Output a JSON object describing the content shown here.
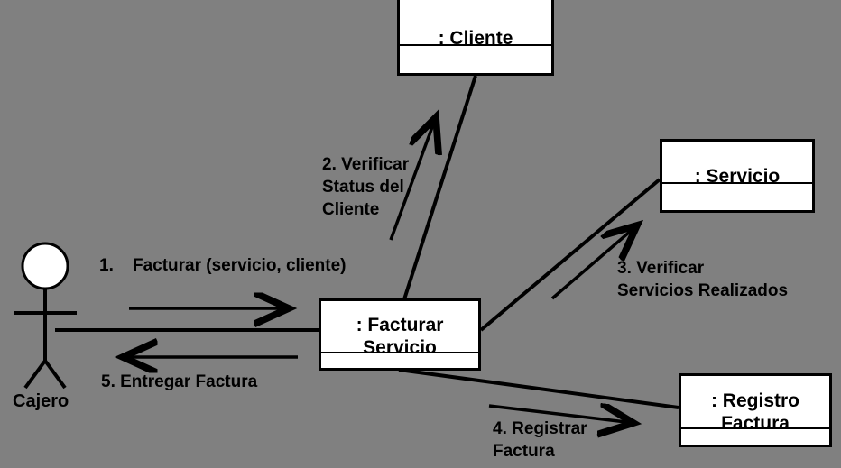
{
  "diagram": {
    "type": "uml-collaboration-diagram",
    "background_color": "#808080",
    "line_color": "#000000",
    "box_fill_color": "#ffffff",
    "actor": {
      "name": "actor-cajero",
      "label": "Cajero"
    },
    "objects": [
      {
        "id": "cliente",
        "label": ": Cliente"
      },
      {
        "id": "servicio",
        "label": ": Servicio"
      },
      {
        "id": "facturar-servicio",
        "label_line1": ": Facturar",
        "label_line2": "Servicio"
      },
      {
        "id": "registro-factura",
        "label_line1": ": Registro",
        "label_line2": "Factura"
      }
    ],
    "messages": [
      {
        "id": "m1",
        "number": "1.",
        "text": "Facturar (servicio,",
        "text_line2": "cliente)",
        "full": "1.    Facturar (servicio, cliente)",
        "direction": "right"
      },
      {
        "id": "m2",
        "line1": "2. Verificar",
        "line2": "Status del",
        "line3": "Cliente",
        "full": "2. Verificar Status del Cliente",
        "direction": "up-right"
      },
      {
        "id": "m3",
        "line1": "3. Verificar",
        "line2": "Servicios Realizados",
        "full": "3. Verificar Servicios Realizados",
        "direction": "up-right"
      },
      {
        "id": "m4",
        "line1": "4. Registrar",
        "line2": "Factura",
        "full": "4. Registrar Factura",
        "direction": "right"
      },
      {
        "id": "m5",
        "line1": "5. Entregar Factura",
        "full": "5. Entregar Factura",
        "direction": "left"
      }
    ]
  }
}
